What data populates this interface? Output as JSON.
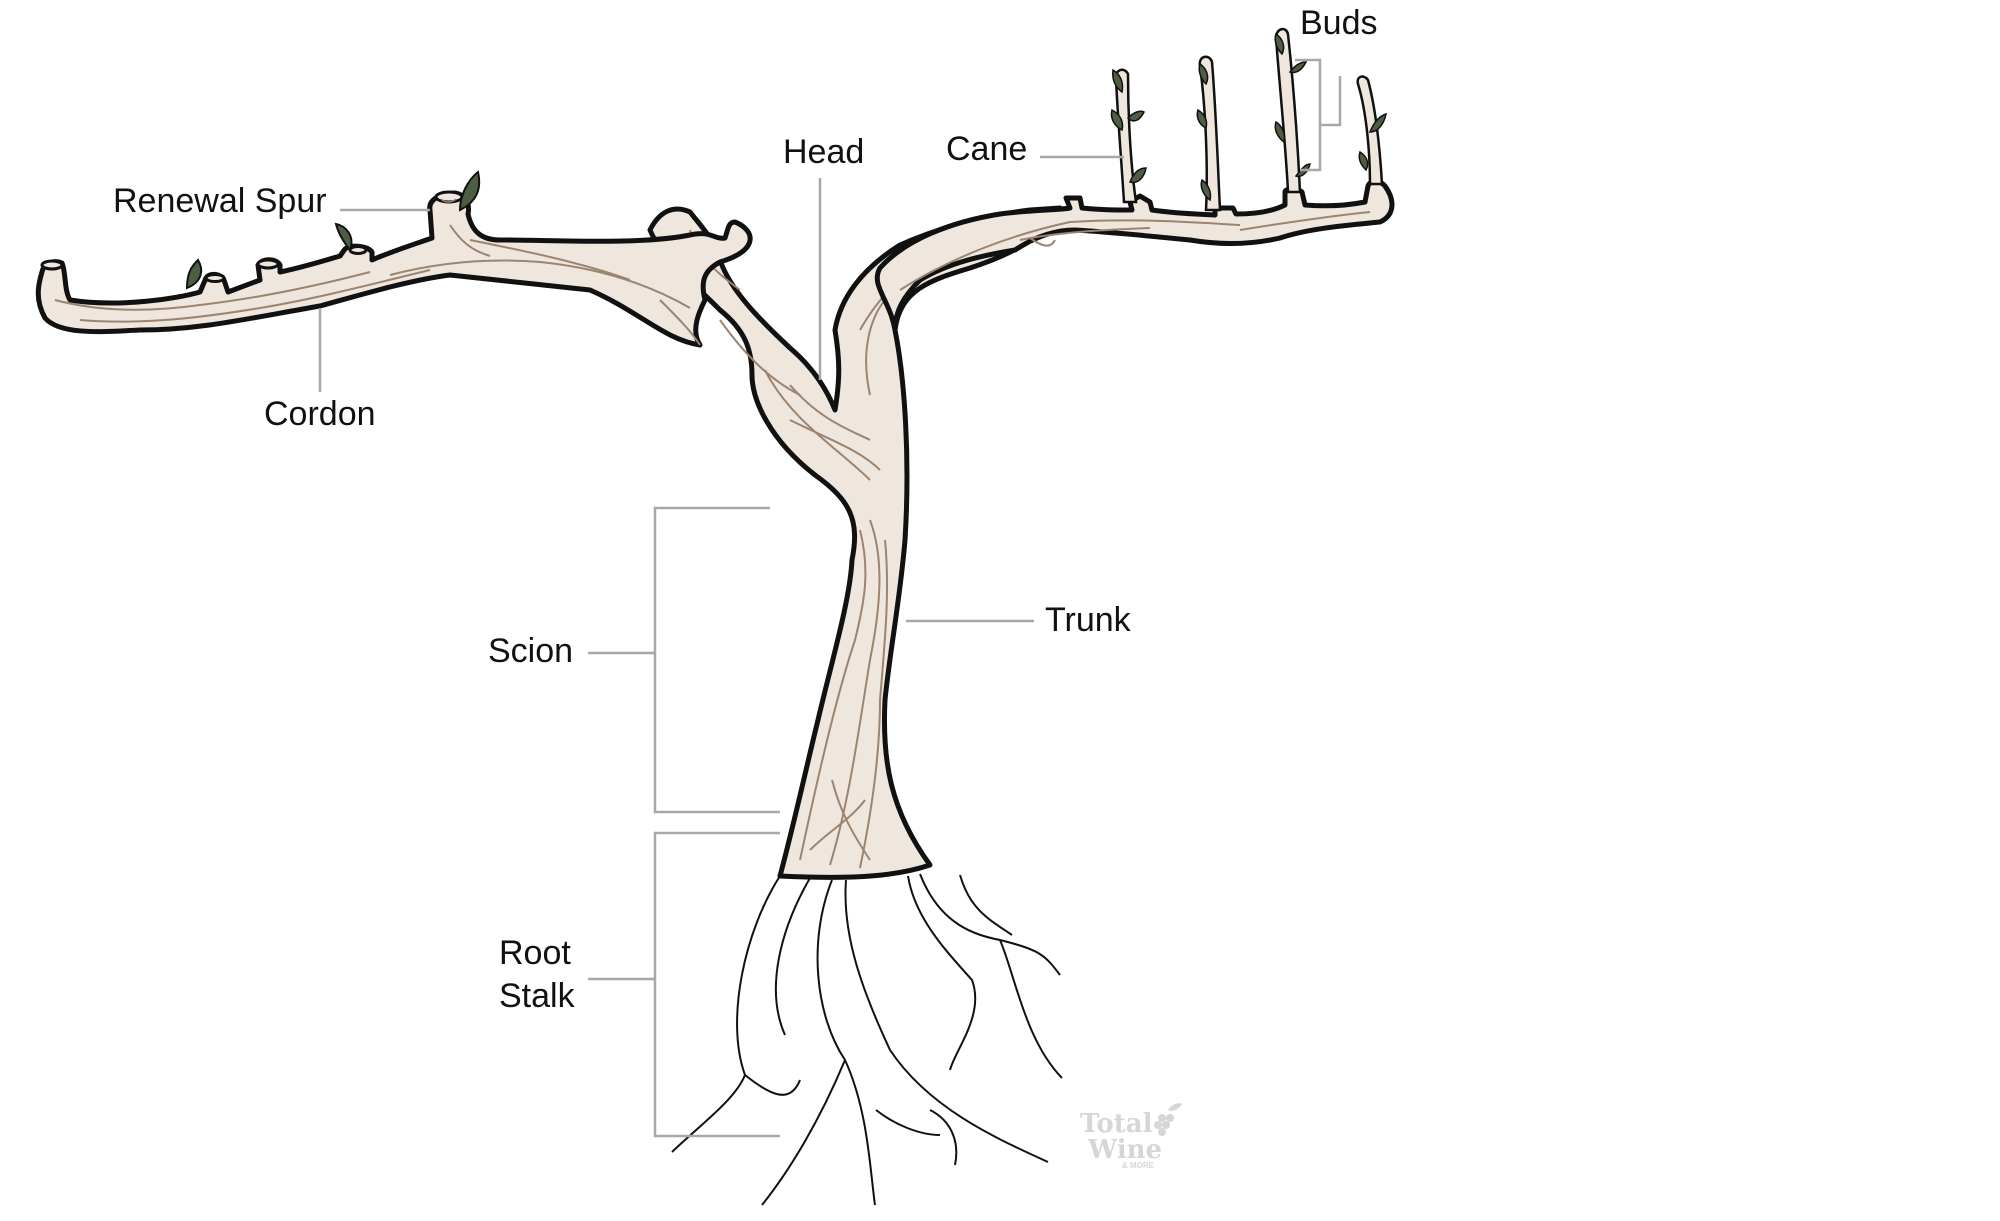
{
  "colors": {
    "wood_fill": "#efe7dd",
    "wood_grain": "#9b8470",
    "outline": "#111111",
    "leaf": "#4d5e43",
    "leader": "#a8a8a8",
    "watermark": "#d6d6d6"
  },
  "labels": {
    "renewal_spur": "Renewal Spur",
    "cordon": "Cordon",
    "head": "Head",
    "cane": "Cane",
    "buds": "Buds",
    "trunk": "Trunk",
    "scion": "Scion",
    "root_stalk_line1": "Root",
    "root_stalk_line2": "Stalk"
  },
  "watermark": {
    "line1": "Total",
    "line2": "Wine",
    "line3": "& MORE"
  }
}
